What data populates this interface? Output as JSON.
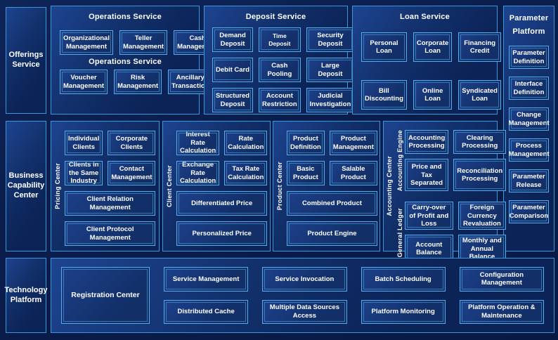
{
  "colors": {
    "background": "#0a1d4c",
    "panel_border": "#3e96da",
    "box_border": "#54ade9",
    "text": "#ffffff"
  },
  "left": {
    "offerings": "Offerings Service",
    "business": "Business Capability Center",
    "technology": "Technology Platform"
  },
  "operations": {
    "title": "Operations Service",
    "subtitle": "Operations Service",
    "row1": [
      "Organizational Management",
      "Teller Management",
      "Cash Management"
    ],
    "row2": [
      "Voucher Management",
      "Risk Management",
      "Ancillary Transaction"
    ]
  },
  "deposit": {
    "title": "Deposit Service",
    "items": [
      "Demand Deposit",
      "Time Deposit",
      "Security Deposit",
      "Debit Card",
      "Cash Pooling",
      "Large Deposit",
      "Structured Deposit",
      "Account Restriction",
      "Judicial Investigation"
    ]
  },
  "loan": {
    "title": "Loan Service",
    "items": [
      "Personal Loan",
      "Corporate Loan",
      "Financing Credit",
      "Bill Discounting",
      "Online Loan",
      "Syndicated Loan"
    ]
  },
  "parameter": {
    "title": "Parameter Platform",
    "items": [
      "Parameter Definition",
      "Interface Definition",
      "Change Management",
      "Process Management",
      "Parameter Release",
      "Parameter Comparison"
    ]
  },
  "pricing": {
    "label": "Pricing Center",
    "items": [
      "Individual Clients",
      "Corporate Clients",
      "Clients in the Same Industry",
      "Contact Management"
    ],
    "wide": [
      "Client Relation Management",
      "Client Protocol Management"
    ]
  },
  "client": {
    "label": "Client Center",
    "items": [
      "Interest Rate Calculation",
      "Rate Calculation",
      "Exchange Rate Calculation",
      "Tax Rate Calculation"
    ],
    "wide": [
      "Differentiated Price",
      "Personalized Price"
    ]
  },
  "product": {
    "label": "Product Center",
    "items": [
      "Product Definition",
      "Product Management",
      "Basic Product",
      "Salable Product"
    ],
    "wide": [
      "Combined Product",
      "Product Engine"
    ]
  },
  "accounting": {
    "label": "Accounting Center",
    "engine": {
      "label": "Accounting Engine",
      "items": [
        "Accounting Processing",
        "Clearing Processing",
        "Price and Tax Separated",
        "Reconciliation Processing"
      ]
    },
    "ledger": {
      "label": "General Ledger",
      "items": [
        "Carry-over of Profit and Loss",
        "Foreign Currency Revaluation",
        "Account Balance",
        "Monthly and Annual Balance"
      ]
    }
  },
  "technology": {
    "registration": "Registration Center",
    "items": [
      "Service Management",
      "Service Invocation",
      "Batch Scheduling",
      "Configuration Management",
      "Distributed Cache",
      "Multiple Data Sources Access",
      "Platform Monitoring",
      "Platform Operation & Maintenance"
    ]
  }
}
